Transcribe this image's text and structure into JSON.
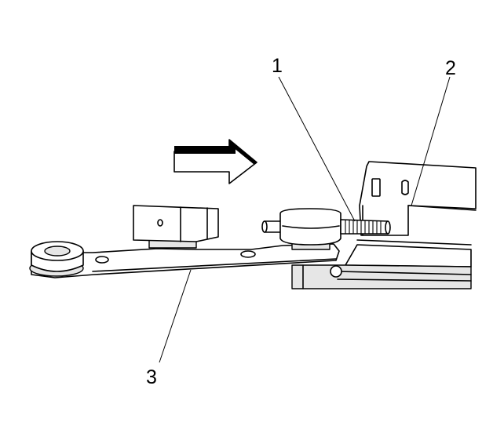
{
  "callouts": {
    "one": "1",
    "two": "2",
    "three": "3"
  },
  "colors": {
    "line": "#000000",
    "background": "#ffffff",
    "shade": "#e6e6e6"
  },
  "arrow": {
    "direction": "right"
  }
}
